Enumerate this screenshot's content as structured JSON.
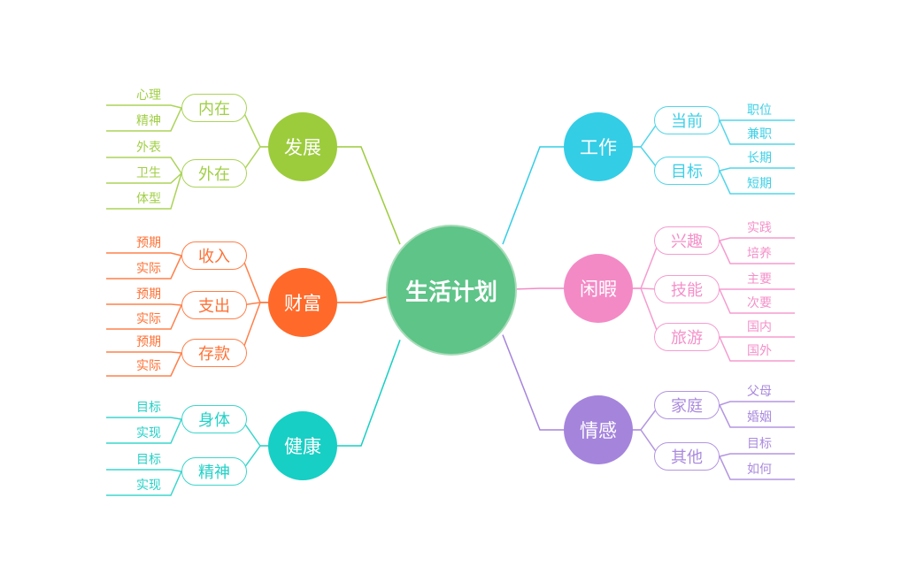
{
  "center": {
    "label": "生活计划",
    "color": "#5ec488"
  },
  "branches": [
    {
      "label": "发展",
      "color": "#9ccc3c",
      "side": "left",
      "children": [
        {
          "label": "内在",
          "leaves": [
            "心理",
            "精神"
          ]
        },
        {
          "label": "外在",
          "leaves": [
            "外表",
            "卫生",
            "体型"
          ]
        }
      ]
    },
    {
      "label": "财富",
      "color": "#ff6a2a",
      "side": "left",
      "children": [
        {
          "label": "收入",
          "leaves": [
            "预期",
            "实际"
          ]
        },
        {
          "label": "支出",
          "leaves": [
            "预期",
            "实际"
          ]
        },
        {
          "label": "存款",
          "leaves": [
            "预期",
            "实际"
          ]
        }
      ]
    },
    {
      "label": "健康",
      "color": "#17cfc4",
      "side": "left",
      "children": [
        {
          "label": "身体",
          "leaves": [
            "目标",
            "实现"
          ]
        },
        {
          "label": "精神",
          "leaves": [
            "目标",
            "实现"
          ]
        }
      ]
    },
    {
      "label": "工作",
      "color": "#33cde6",
      "side": "right",
      "children": [
        {
          "label": "当前",
          "leaves": [
            "职位",
            "兼职"
          ]
        },
        {
          "label": "目标",
          "leaves": [
            "长期",
            "短期"
          ]
        }
      ]
    },
    {
      "label": "闲暇",
      "color": "#f38ac6",
      "side": "right",
      "children": [
        {
          "label": "兴趣",
          "leaves": [
            "实践",
            "培养"
          ]
        },
        {
          "label": "技能",
          "leaves": [
            "主要",
            "次要"
          ]
        },
        {
          "label": "旅游",
          "leaves": [
            "国内",
            "国外"
          ]
        }
      ]
    },
    {
      "label": "情感",
      "color": "#a584dc",
      "side": "right",
      "children": [
        {
          "label": "家庭",
          "leaves": [
            "父母",
            "婚姻"
          ]
        },
        {
          "label": "其他",
          "leaves": [
            "目标",
            "如何"
          ]
        }
      ]
    }
  ]
}
